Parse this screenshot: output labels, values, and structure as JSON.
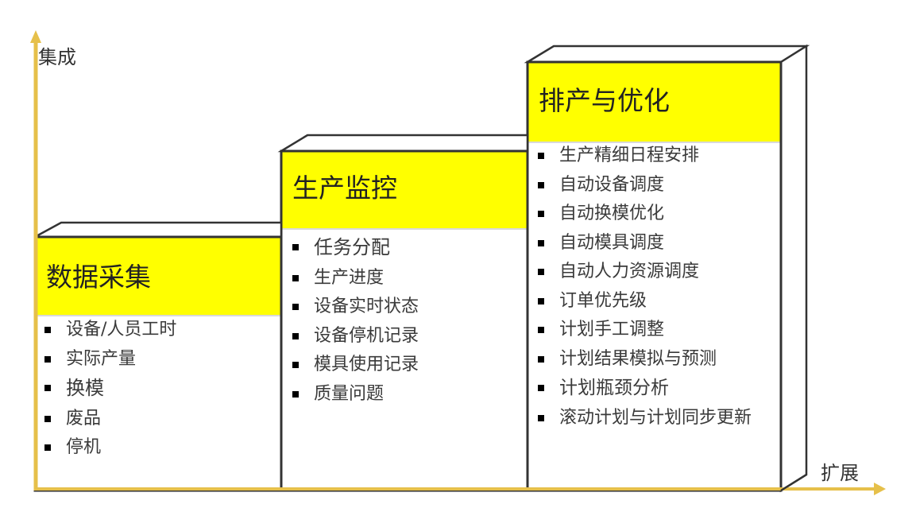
{
  "axes": {
    "y_label": "集成",
    "x_label": "扩展",
    "color": "#E6C04A"
  },
  "colors": {
    "header_fill": "#FFFF00",
    "border": "#333333",
    "separator": "#D9D9D9"
  },
  "boxes": [
    {
      "title": "数据采集",
      "items": [
        "设备/人员工时",
        "实际产量",
        "换模",
        "废品",
        "停机"
      ]
    },
    {
      "title": "生产监控",
      "items": [
        "任务分配",
        "生产进度",
        "设备实时状态",
        "设备停机记录",
        "模具使用记录",
        "质量问题"
      ]
    },
    {
      "title": "排产与优化",
      "items": [
        "生产精细日程安排",
        "自动设备调度",
        "自动换模优化",
        "自动模具调度",
        "自动人力资源调度",
        "订单优先级",
        "计划手工调整",
        "计划结果模拟与预测",
        "计划瓶颈分析",
        "滚动计划与计划同步更新"
      ]
    }
  ]
}
